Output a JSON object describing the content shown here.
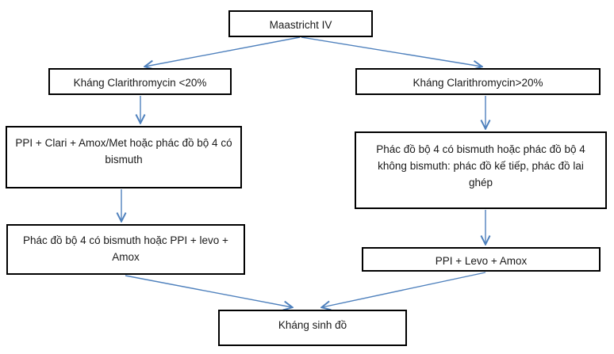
{
  "diagram": {
    "title": "Maastricht IV",
    "arrow_color": "#4F81BD",
    "box_border_color": "#000000",
    "nodes": {
      "root": {
        "label": "Maastricht IV"
      },
      "left_branch": {
        "label": "Kháng Clarithromycin <20%"
      },
      "right_branch": {
        "label": "Kháng Clarithromycin>20%"
      },
      "left_first_line": {
        "label": "PPI + Clari + Amox/Met hoặc phác đồ bộ 4 có bismuth"
      },
      "right_first_line": {
        "label": "Phác đồ bộ 4 có bismuth hoặc phác đồ bộ 4 không bismuth: phác đồ kế tiếp, phác đồ lai ghép"
      },
      "left_second_line": {
        "label": "Phác đồ bộ 4 có bismuth hoặc PPI + levo + Amox"
      },
      "right_second_line": {
        "label": "PPI + Levo + Amox"
      },
      "final": {
        "label": "Kháng sinh đồ"
      }
    },
    "edges": [
      "root -> left_branch",
      "root -> right_branch",
      "left_branch -> left_first_line",
      "right_branch -> right_first_line",
      "left_first_line -> left_second_line",
      "right_first_line -> right_second_line",
      "left_second_line -> final",
      "right_second_line -> final"
    ]
  }
}
